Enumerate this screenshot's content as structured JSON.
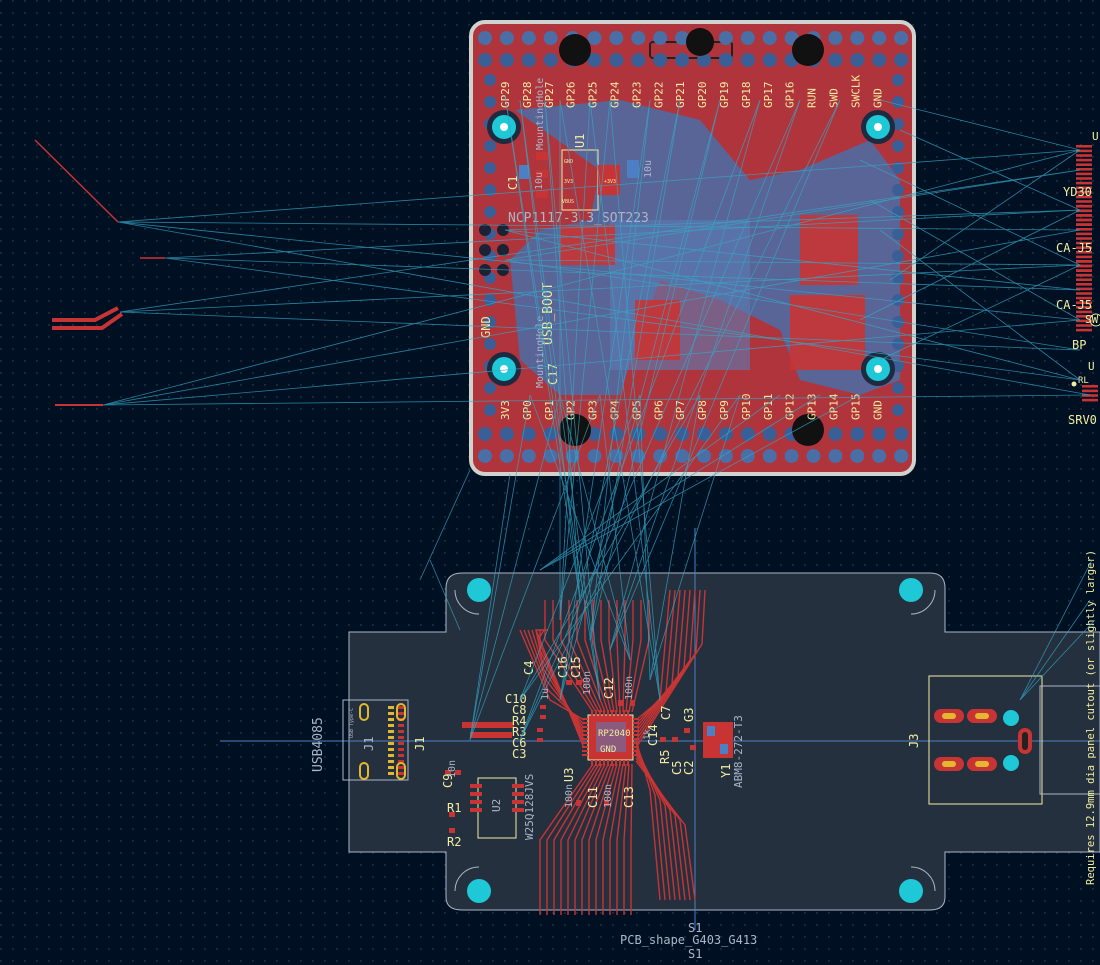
{
  "app": {
    "name": "KiCad PCB Editor",
    "view": "pcb-canvas"
  },
  "colors": {
    "background": "#001023",
    "grid": "#3a4a60",
    "copper_front": "#c83434",
    "copper_back": "#4d7fc4",
    "ratsnest": "#35a8c8",
    "edge_cuts": "#d0d2cd",
    "silkscreen": "#f2eda1",
    "fab": "#aab6c8",
    "hole": "#e3b72f",
    "pad_th": "#1ec8d6"
  },
  "top_board": {
    "pins_top": [
      "GP29",
      "GP28",
      "GP27",
      "GP26",
      "GP25",
      "GP24",
      "GP23",
      "GP22",
      "GP21",
      "GP20",
      "GP19",
      "GP18",
      "GP17",
      "GP16",
      "RUN",
      "SWD",
      "SWCLK",
      "GND"
    ],
    "pins_bottom": [
      "3V3",
      "GP0",
      "GP1",
      "GP2",
      "GP3",
      "GP4",
      "GP5",
      "GP6",
      "GP7",
      "GP8",
      "GP9",
      "GP10",
      "GP11",
      "GP12",
      "GP13",
      "GP14",
      "GP15",
      "GND"
    ],
    "gnd_left": "GND",
    "usb_boot": "USB_BOOT",
    "u1_label": "U1",
    "c1_label": "C1",
    "c17_label": "C17",
    "regulator": "NCP1117-3.3_SOT223",
    "mounting_hole_top": "MountingHole",
    "mounting_hole_bottom": "MountingHole",
    "cap_value": "10u",
    "cap_value_2": "10u",
    "reg_pin_gnd": "GND",
    "reg_pin_3v3": "3V3",
    "reg_pin_vbus": "VBUS",
    "reg_pin_3v3_b": "+3V3"
  },
  "right_edge": {
    "yd30": "YD30",
    "ca_j5": "CA-J5",
    "ca_j5_2": "CA-J5",
    "bp": "BP",
    "srv": "SRV0",
    "u": "U",
    "sw": "SW",
    "u2": "U",
    "rl": "RL"
  },
  "bottom_board": {
    "usb_ref": "USB4085",
    "j1_a": "J1",
    "j1_b": "J1",
    "usb_fab": "USB Type-C",
    "c4": "C4",
    "c16": "C16",
    "c15": "C15",
    "c12": "C12",
    "c10": "C10",
    "c8": "C8",
    "r4": "R4",
    "r3": "R3",
    "c6": "C6",
    "c3": "C3",
    "c9": "C9",
    "c7": "C7",
    "c14": "C14",
    "g3": "G3",
    "r5": "R5",
    "c2": "C2",
    "c5": "C5",
    "u3": "U3",
    "c11": "C11",
    "c13": "C13",
    "u2": "U2",
    "w25": "W25Q128JVS",
    "r1": "R1",
    "r2": "R2",
    "y1": "Y1",
    "abm": "ABM8-272-T3",
    "j3": "J3",
    "ic_value": "RP2040",
    "ic_gnd": "GND",
    "v100n_a": "100n",
    "v100n_b": "100n",
    "v100n_c": "100n",
    "v100n_d": "100n",
    "v1u": "1u",
    "v10n": "10n",
    "v1k": "1k",
    "hole_note": "Requires 12.9mm dia panel cutout (or slightly larger)",
    "s1_a": "S1",
    "shape_label": "PCB_shape_G403_G413",
    "s1_b": "S1"
  }
}
